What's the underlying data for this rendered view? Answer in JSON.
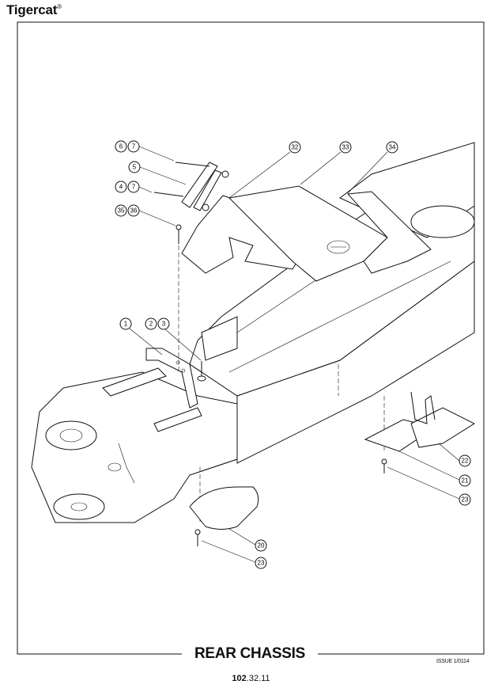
{
  "header": {
    "brand": "Tigercat",
    "brand_mark": "®"
  },
  "diagram": {
    "callouts": [
      "6",
      "7",
      "5",
      "4",
      "7",
      "35",
      "36",
      "32",
      "33",
      "34",
      "1",
      "2",
      "3",
      "22",
      "21",
      "23",
      "20",
      "23"
    ]
  },
  "footer": {
    "title": "REAR CHASSIS",
    "issue": "ISSUE 1/0114",
    "page_bold": "102",
    "page_rest": ".32.11"
  }
}
